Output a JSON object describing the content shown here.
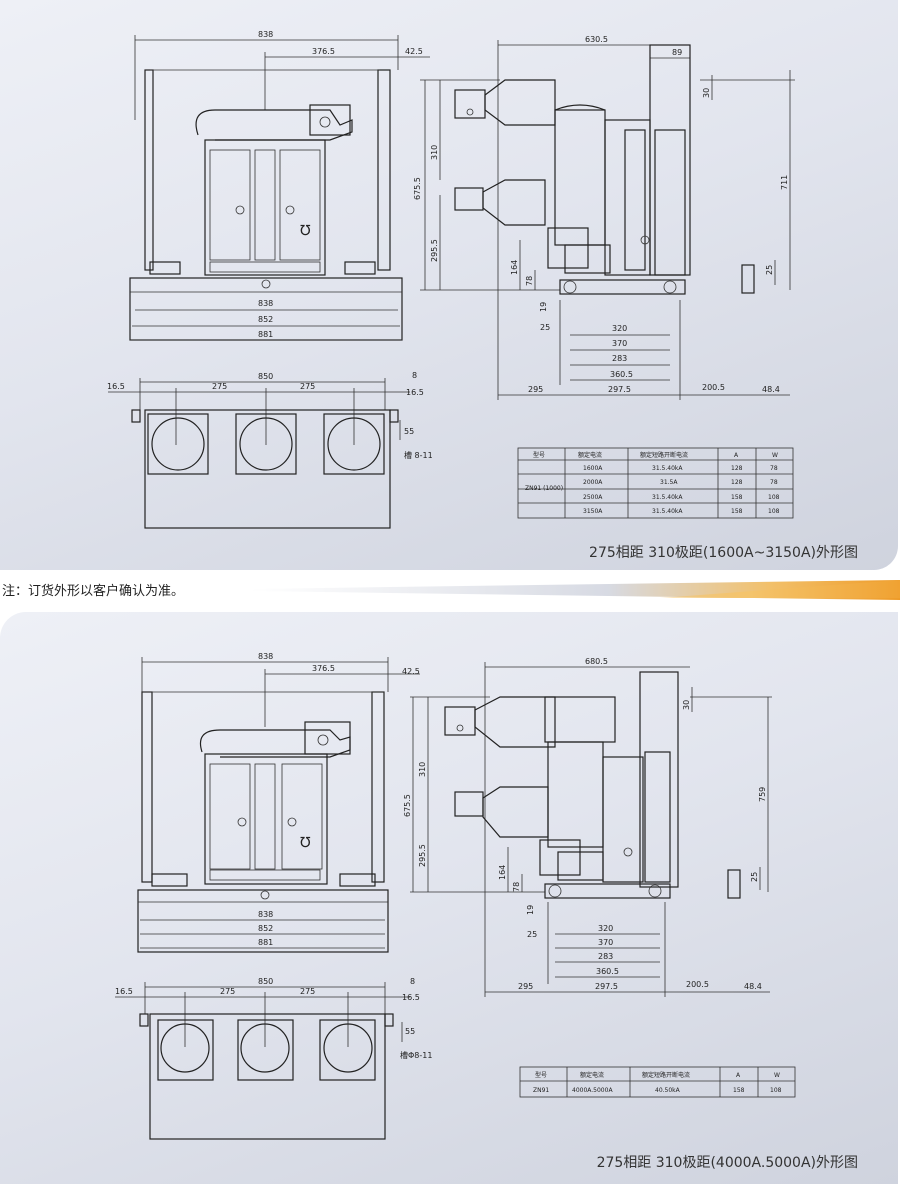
{
  "panel1": {
    "caption": "275相距 310极距(1600A~3150A)外形图",
    "front_dims": {
      "top_width": "838",
      "half": "376.5",
      "edge": "42.5",
      "b1": "838",
      "b2": "852",
      "b3": "881"
    },
    "plan_dims": {
      "left": "16.5",
      "overall": "850",
      "gap1": "275",
      "gap2": "275",
      "right_small": "8",
      "right": "16.5",
      "side": "55",
      "slot": "槽 8-11"
    },
    "side_dims": {
      "top_width": "630.5",
      "top_right": "89",
      "h1": "30",
      "h2": "711",
      "h3": "310",
      "h4": "675.5",
      "h5": "295.5",
      "h6": "164",
      "h7": "78",
      "h8": "19",
      "h9": "25",
      "h10": "25",
      "w1": "320",
      "w2": "370",
      "w3": "283",
      "w4": "360.5",
      "w5": "295",
      "w6": "297.5",
      "w7": "200.5",
      "w8": "48.4"
    },
    "table": {
      "headers": [
        "型号",
        "额定电流",
        "额定短路开断电流",
        "A",
        "W"
      ],
      "model": "ZN91\n(1000)",
      "rows": [
        [
          "1600A",
          "31.5.40kA",
          "128",
          "78"
        ],
        [
          "2000A",
          "31.5A",
          "128",
          "78"
        ],
        [
          "2500A",
          "31.5.40kA",
          "158",
          "108"
        ],
        [
          "3150A",
          "31.5.40kA",
          "158",
          "108"
        ]
      ]
    }
  },
  "note": "注：订货外形以客户确认为准。",
  "panel2": {
    "caption": "275相距 310极距(4000A.5000A)外形图",
    "front_dims": {
      "top_width": "838",
      "half": "376.5",
      "edge": "42.5",
      "b1": "838",
      "b2": "852",
      "b3": "881"
    },
    "plan_dims": {
      "left": "16.5",
      "overall": "850",
      "gap1": "275",
      "gap2": "275",
      "right_small": "8",
      "right": "16.5",
      "side": "55",
      "slot": "槽Φ8-11"
    },
    "side_dims": {
      "top_width": "680.5",
      "h1": "30",
      "h2": "759",
      "h3": "310",
      "h4": "675.5",
      "h5": "295.5",
      "h6": "164",
      "h7": "78",
      "h8": "19",
      "h9": "25",
      "h10": "25",
      "w1": "320",
      "w2": "370",
      "w3": "283",
      "w4": "360.5",
      "w5": "295",
      "w6": "297.5",
      "w7": "200.5",
      "w8": "48.4"
    },
    "table": {
      "headers": [
        "型号",
        "额定电流",
        "额定短路开断电流",
        "A",
        "W"
      ],
      "rows": [
        [
          "ZN91",
          "4000A.5000A",
          "40.50kA",
          "158",
          "108"
        ]
      ]
    }
  }
}
